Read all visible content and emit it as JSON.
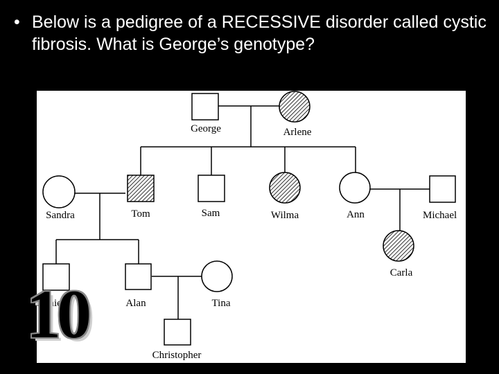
{
  "question": {
    "bullet": "•",
    "text": "Below is a pedigree of a RECESSIVE disorder called cystic fibrosis. What is George’s genotype?"
  },
  "pedigree": {
    "names": {
      "george": "George",
      "arlene": "Arlene",
      "sandra": "Sandra",
      "tom": "Tom",
      "sam": "Sam",
      "wilma": "Wilma",
      "ann": "Ann",
      "michael": "Michael",
      "carla": "Carla",
      "daniel": "Daniel",
      "alan": "Alan",
      "tina": "Tina",
      "christopher": "Christopher"
    },
    "affected": [
      "Arlene",
      "Tom",
      "Wilma",
      "Carla"
    ],
    "colors": {
      "affected_hatch": "#000000",
      "background": "#ffffff"
    }
  },
  "counter": "10"
}
